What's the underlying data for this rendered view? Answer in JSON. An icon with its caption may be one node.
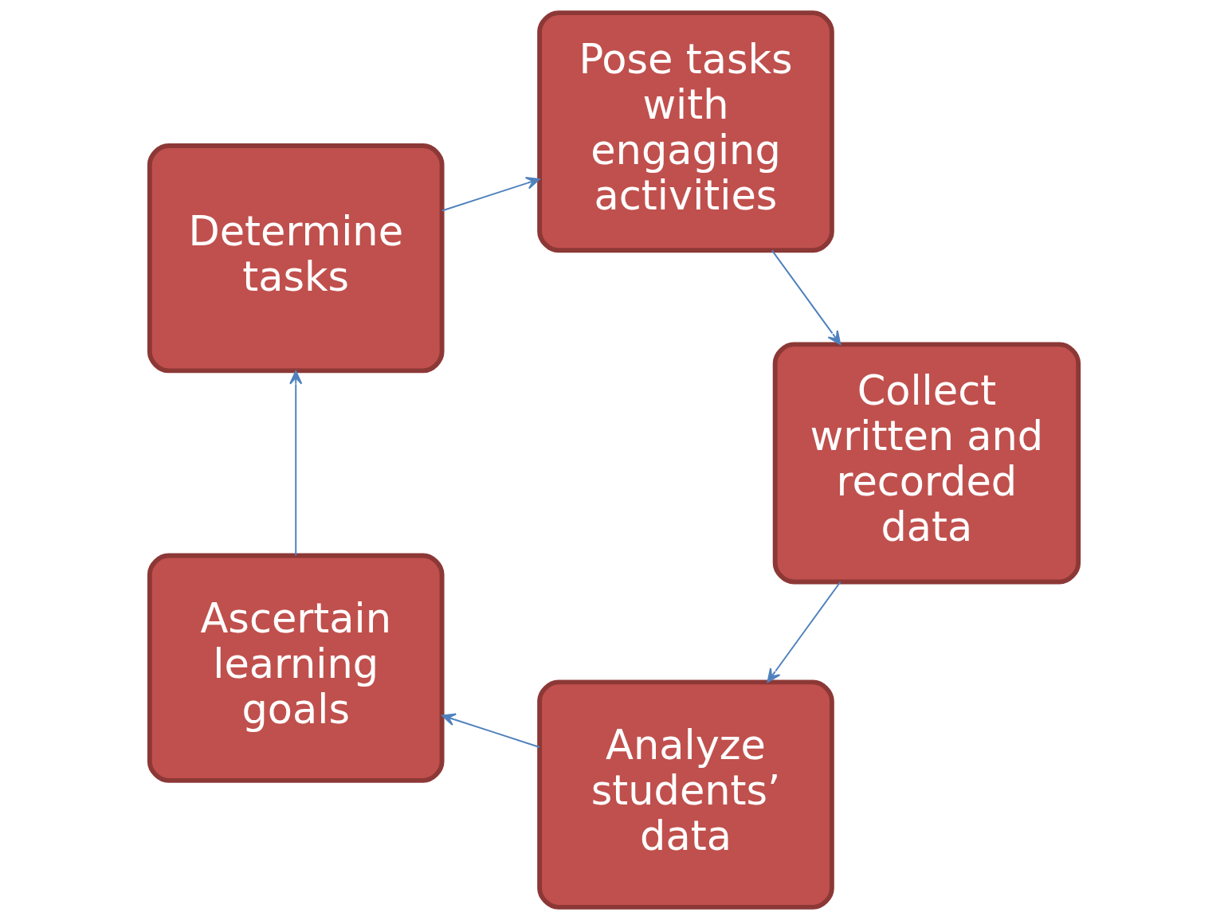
{
  "diagram": {
    "nodes": [
      {
        "text": [
          "Analyze students’ data"
        ]
      },
      {
        "text": [
          "Ascertain learning goals"
        ]
      },
      {
        "text": [
          "Determine tasks"
        ]
      },
      {
        "text": [
          "Pose tasks with engaging activities"
        ]
      },
      {
        "text": [
          "Collect written and recorded data"
        ]
      }
    ],
    "edges": [
      {
        "from": 0,
        "to": 1,
        "arrow": "to"
      },
      {
        "from": 1,
        "to": 2,
        "arrow": "to"
      },
      {
        "from": 2,
        "to": 3,
        "arrow": "to"
      },
      {
        "from": 3,
        "to": 4,
        "arrow": "to"
      },
      {
        "from": 4,
        "to": 0,
        "arrow": "to"
      }
    ]
  }
}
